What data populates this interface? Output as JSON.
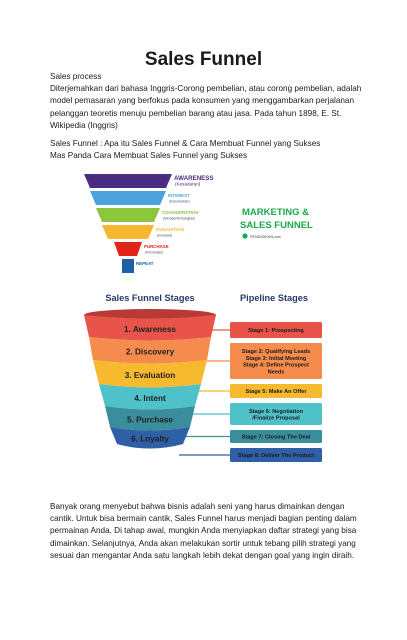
{
  "document": {
    "title": "Sales Funnel",
    "intro_heading": "Sales process",
    "intro_paragraph": "Diterjemahkan dari bahasa Inggris-Corong pembelian, atau corong pembelian, adalah model pemasaran yang berfokus pada konsumen yang menggambarkan perjalanan pelanggan teoretis menuju pembelian barang atau jasa. Pada tahun 1898, E. St. Wikipedia (Inggris)",
    "subtitle_line1": "Sales Funnel : Apa itu Sales Funnel & Cara Membuat Funnel yang Sukses",
    "subtitle_line2": "Mas Panda Cara Membuat Sales Funnel yang Sukses",
    "closing_paragraph": "Banyak orang menyebut bahwa bisnis adalah seni yang harus dimainkan dengan cantik. Untuk bisa bermain cantik, Sales Funnel harus menjadi bagian penting dalam permainan Anda. Di tahap awal, mungkin Anda menyiapkan daftar strategi yang bisa dimainkan. Selanjutnya, Anda akan melakukan sortir untuk tebang pilih strategi yang sesuai dan mengantar Anda satu langkah lebih dekat dengan goal yang ingin diraih."
  },
  "figure1": {
    "stages": [
      {
        "name": "AWARENESS",
        "sub": "(Kesadaran)",
        "color": "#4a2c82"
      },
      {
        "name": "INTEREST",
        "sub": "(Ketertarikan)",
        "color": "#4aa3df"
      },
      {
        "name": "CONSIDERATION",
        "sub": "(Mempertimbangkan)",
        "color": "#8cc63f"
      },
      {
        "name": "EVALUATION",
        "sub": "(Evaluasi)",
        "color": "#f7b731"
      },
      {
        "name": "PURCHASE",
        "sub": "(Pembelian)",
        "color": "#e2231a"
      },
      {
        "name": "REPEAT",
        "sub": "",
        "color": "#1f5fa8"
      }
    ],
    "badge_line1": "MARKETING &",
    "badge_line2": "SALES FUNNEL",
    "badge_brand": "PENDIDIKAN.com"
  },
  "figure2": {
    "left_heading": "Sales Funnel Stages",
    "right_heading": "Pipeline Stages",
    "stages": [
      {
        "label": "1. Awareness",
        "color": "#e8534a"
      },
      {
        "label": "2. Discovery",
        "color": "#f58b4c"
      },
      {
        "label": "3. Evaluation",
        "color": "#f7b92e"
      },
      {
        "label": "4. Intent",
        "color": "#4fc1c9"
      },
      {
        "label": "5. Purchase",
        "color": "#3a8e9c"
      },
      {
        "label": "6. Loyalty",
        "color": "#2f5fa6"
      }
    ],
    "pipeline": [
      {
        "text": "Stage 1: Prospecting",
        "color": "#e8534a"
      },
      {
        "text": "Stage 2: Qualifying Leads\nStage 3: Initial Meeting\nStage 4: Define Prospect\nNeeds",
        "color": "#f58b4c"
      },
      {
        "text": "Stage 5: Make An Offer",
        "color": "#f7b92e"
      },
      {
        "text": "Stage 6: Negotiation\n/Finalize Proposal",
        "color": "#4fc1c9"
      },
      {
        "text": "Stage 7: Closing The Deal",
        "color": "#3a8e9c"
      },
      {
        "text": "Stage 8: Deliver The Product",
        "color": "#2f5fa6"
      }
    ]
  }
}
